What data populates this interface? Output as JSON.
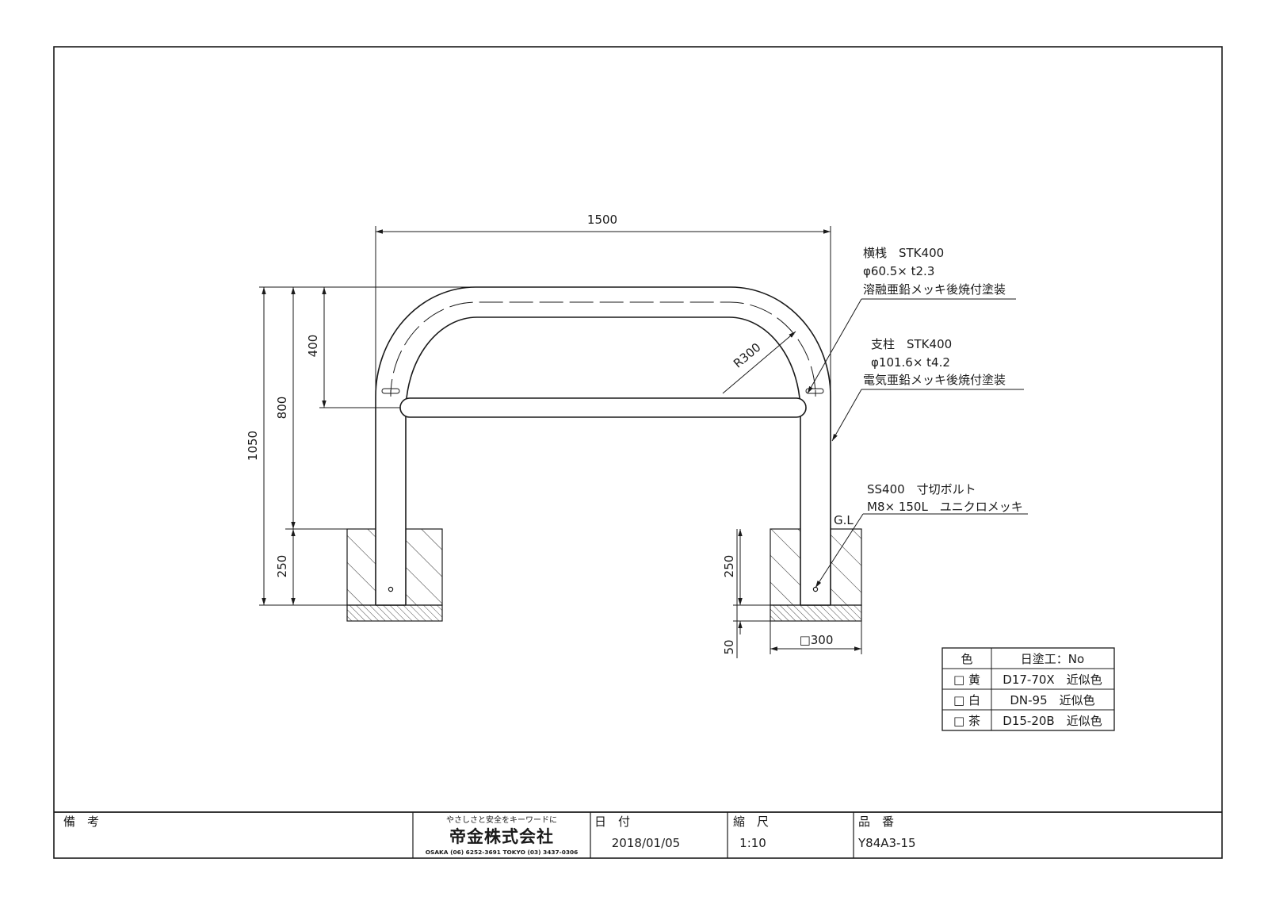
{
  "dimensions": {
    "width": "1500",
    "total_height": "1050",
    "above_ground": "800",
    "crossbar_drop": "400",
    "embed_depth": "250",
    "embed_depth_right": "250",
    "base_thickness": "50",
    "footing_size": "□300",
    "radius": "R300",
    "ground_level": "G.L"
  },
  "callouts": {
    "crossbar": {
      "name": "横桟　STK400",
      "size": "φ60.5× t2.3",
      "finish": "溶融亜鉛メッキ後焼付塗装"
    },
    "post": {
      "name": "支柱　STK400",
      "size": "φ101.6× t4.2",
      "finish": "電気亜鉛メッキ後焼付塗装"
    },
    "bolt": {
      "name": "SS400　寸切ボルト",
      "size": "M8× 150L　ユニクロメッキ"
    }
  },
  "color_table": {
    "header": [
      "色",
      "日塗工：No"
    ],
    "rows": [
      {
        "color": "□ 黄",
        "code": "D17-70X　近似色"
      },
      {
        "color": "□ 白",
        "code": "DN-95　近似色"
      },
      {
        "color": "□ 茶",
        "code": "D15-20B　近似色"
      }
    ]
  },
  "title_block": {
    "remarks_label": "備　考",
    "company_slogan": "やさしさと安全をキーワードに",
    "company_name": "帝金株式会社",
    "company_contact": "OSAKA (06) 6252-3691  TOKYO (03) 3437-0306",
    "date_label": "日　付",
    "date_value": "2018/01/05",
    "scale_label": "縮　尺",
    "scale_value": "1:10",
    "part_label": "品　番",
    "part_value": "Y84A3-15"
  }
}
